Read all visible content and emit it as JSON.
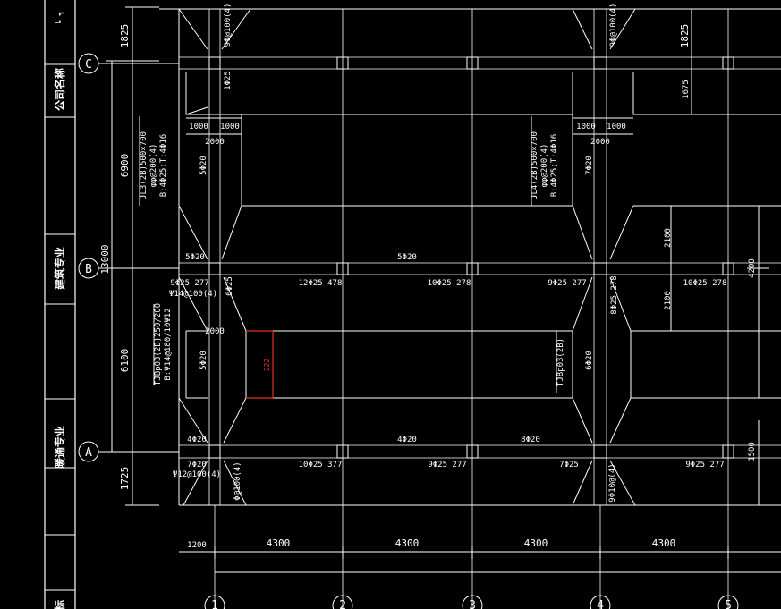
{
  "colors": {
    "background": "#000000",
    "lines": "#ffffff",
    "highlight": "#e0301e"
  },
  "title_block": {
    "strip_top": "┕ ┓",
    "labels": [
      "公司名称",
      "建筑专业",
      "暖通专业"
    ],
    "bottom": "标"
  },
  "axes": {
    "rows": [
      "C",
      "B",
      "A"
    ],
    "cols": [
      "1",
      "2",
      "3",
      "4",
      "5"
    ]
  },
  "dims": {
    "left_outer": [
      "1825",
      "6900",
      "13000",
      "6100",
      "1725"
    ],
    "bottom_first": "1200",
    "bottom_spans": [
      "4300",
      "4300",
      "4300",
      "4300"
    ],
    "top_right": "1825",
    "right_1675": "1675",
    "right_2100a": "2100",
    "right_2100b": "2100",
    "right_4200": "4200",
    "right_1500": "1500",
    "width_a": "1000",
    "width_b": "1000",
    "width_total": "2000",
    "width_c": "1000",
    "width_d": "1000",
    "width_total_2": "2000",
    "mid_2000": "2000"
  },
  "beams": {
    "jl3": [
      "JL3(2B)500×700",
      "φφ@200(4)",
      "B:4Φ25;T:4Φ16"
    ],
    "jl4": [
      "JL4(2B)500×700",
      "φφ@200(4)",
      "B:4Φ25;T:4Φ16"
    ],
    "tjb1": [
      "TJBp03(2B)250/200",
      "B:Ψ14@180/10Ψ12"
    ],
    "tjb2": "TJBp03(2B)"
  },
  "rebars": {
    "c_top1": "9Φ@100(4)",
    "c_top2": "9Φ@100(4)",
    "v_1825": "1Φ25",
    "v_5a": "5Φ20",
    "v_7a": "7Φ20",
    "b_5a": "5Φ20",
    "b_5b": "5Φ20",
    "b_left1": "9Φ25 277",
    "b_left2": "Ψ14@100(4)",
    "b_6v": "6Φ25",
    "b_12": "12Φ25 478",
    "b_10": "10Φ25 278",
    "b_9": "9Φ25 277",
    "b_8v": "8Φ25 278",
    "b_10r": "10Φ25 278",
    "mid_5": "5Φ20",
    "mid_6": "6Φ20",
    "red_mark": "222",
    "a_4a": "4Φ20",
    "a_4b": "4Φ20",
    "a_8": "8Φ20",
    "a_7": "7Φ20",
    "a_left": "Ψ12@100(4)",
    "a_v": "Φ@100(4)",
    "a_10": "10Φ25 377",
    "a_9": "9Φ25 277",
    "a_7b": "7Φ25",
    "a_9r": "9Φ25 277",
    "a_v4": "9Φ10@(4)"
  }
}
